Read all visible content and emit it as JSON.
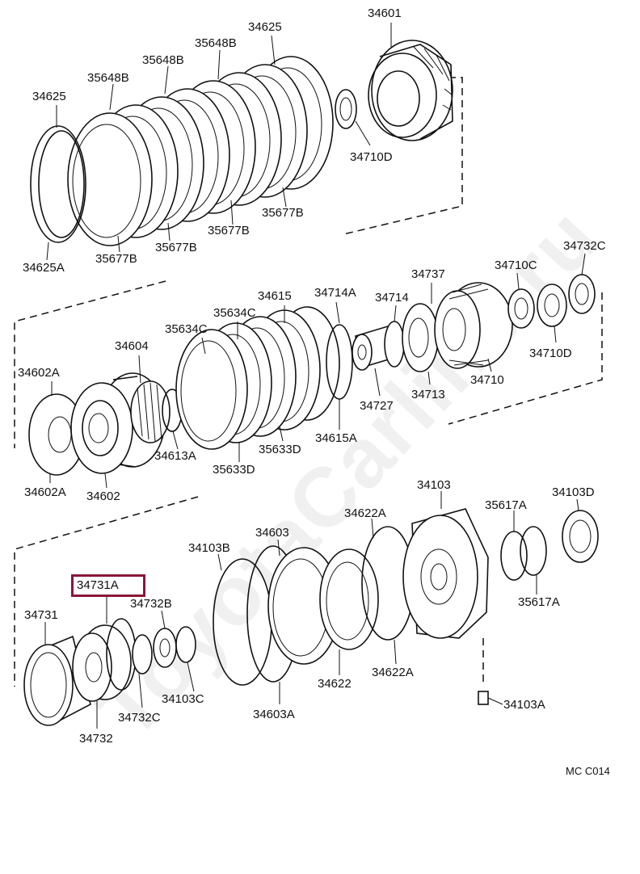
{
  "watermark": "ToyotaCarline.ru",
  "highlighted_part": "34731A",
  "figure_code": "MC C014",
  "labels": {
    "p34601": "34601",
    "p34625_top": "34625",
    "p35648B_a": "35648B",
    "p35648B_b": "35648B",
    "p35648B_c": "35648B",
    "p34625_left": "34625",
    "p34710D_top": "34710D",
    "p35677B_a": "35677B",
    "p35677B_b": "35677B",
    "p35677B_c": "35677B",
    "p35677B_d": "35677B",
    "p34625A": "34625A",
    "p34732C_top": "34732C",
    "p34710C": "34710C",
    "p34737": "34737",
    "p34615": "34615",
    "p34714A": "34714A",
    "p34714": "34714",
    "p35634C_a": "35634C",
    "p35634C_b": "35634C",
    "p34604": "34604",
    "p34710D_mid": "34710D",
    "p34602A_top": "34602A",
    "p34710": "34710",
    "p34713": "34713",
    "p34727": "34727",
    "p34613A": "34613A",
    "p35633D_a": "35633D",
    "p35633D_b": "35633D",
    "p34615A": "34615A",
    "p34602A_bot": "34602A",
    "p34602": "34602",
    "p34103": "34103",
    "p34103D": "34103D",
    "p34622A_top": "34622A",
    "p35617A_a": "35617A",
    "p35617A_b": "35617A",
    "p34603": "34603",
    "p34103B": "34103B",
    "p34731A": "34731A",
    "p34732B": "34732B",
    "p34731": "34731",
    "p34103C": "34103C",
    "p34622": "34622",
    "p34622A_bot": "34622A",
    "p34103A": "34103A",
    "p34732C_bot": "34732C",
    "p34732": "34732",
    "p34603A": "34603A"
  }
}
